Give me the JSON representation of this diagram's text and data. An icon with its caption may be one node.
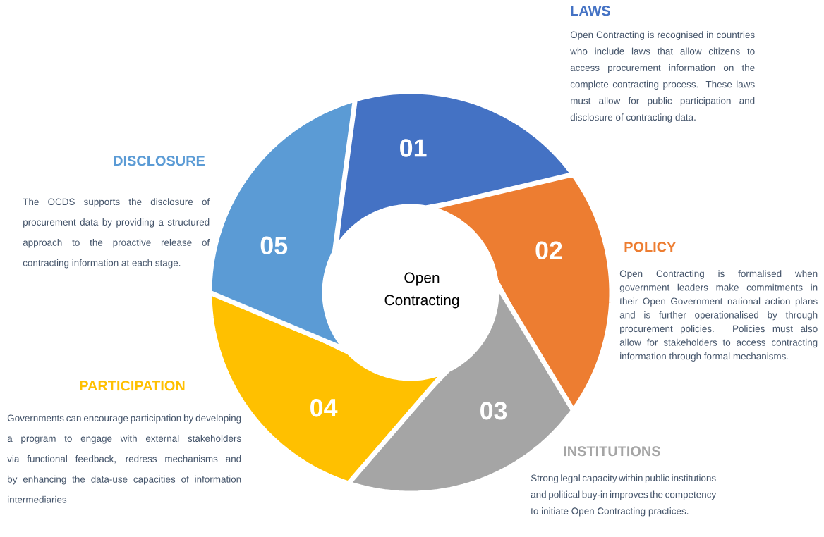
{
  "diagram": {
    "nodes": [
      {
        "text": [
          "Open Contracting"
        ]
      },
      {
        "text": [
          "01"
        ],
        "beside": [
          "LAWS",
          "Open Contracting is recognised in countries who include laws that allow citizens to access procurement information on the complete contracting process. These laws must allow for public participation and disclosure of contracting data."
        ]
      },
      {
        "text": [
          "02"
        ],
        "beside": [
          "POLICY",
          "Open Contracting is formalised when government leaders make commitments in their Open Government national action plans and is further operationalised by through procurement policies. Policies must also allow for stakeholders to access contracting information through formal mechanisms."
        ]
      },
      {
        "text": [
          "03"
        ],
        "beside": [
          "INSTITUTIONS",
          "Strong legal capacity within public institutions and political buy-in improves the competency to initiate Open Contracting practices."
        ]
      },
      {
        "text": [
          "04"
        ],
        "beside": [
          "PARTICIPATION",
          "Governments can encourage participation by developing a program to engage with external stakeholders via functional feedback, redress mechanisms and by enhancing the data-use capacities of information intermediaries"
        ]
      },
      {
        "text": [
          "05"
        ],
        "beside": [
          "DISCLOSURE",
          "The OCDS supports the disclosure of procurement data by providing a structured approach to the proactive release of contracting information at each stage."
        ]
      }
    ]
  }
}
